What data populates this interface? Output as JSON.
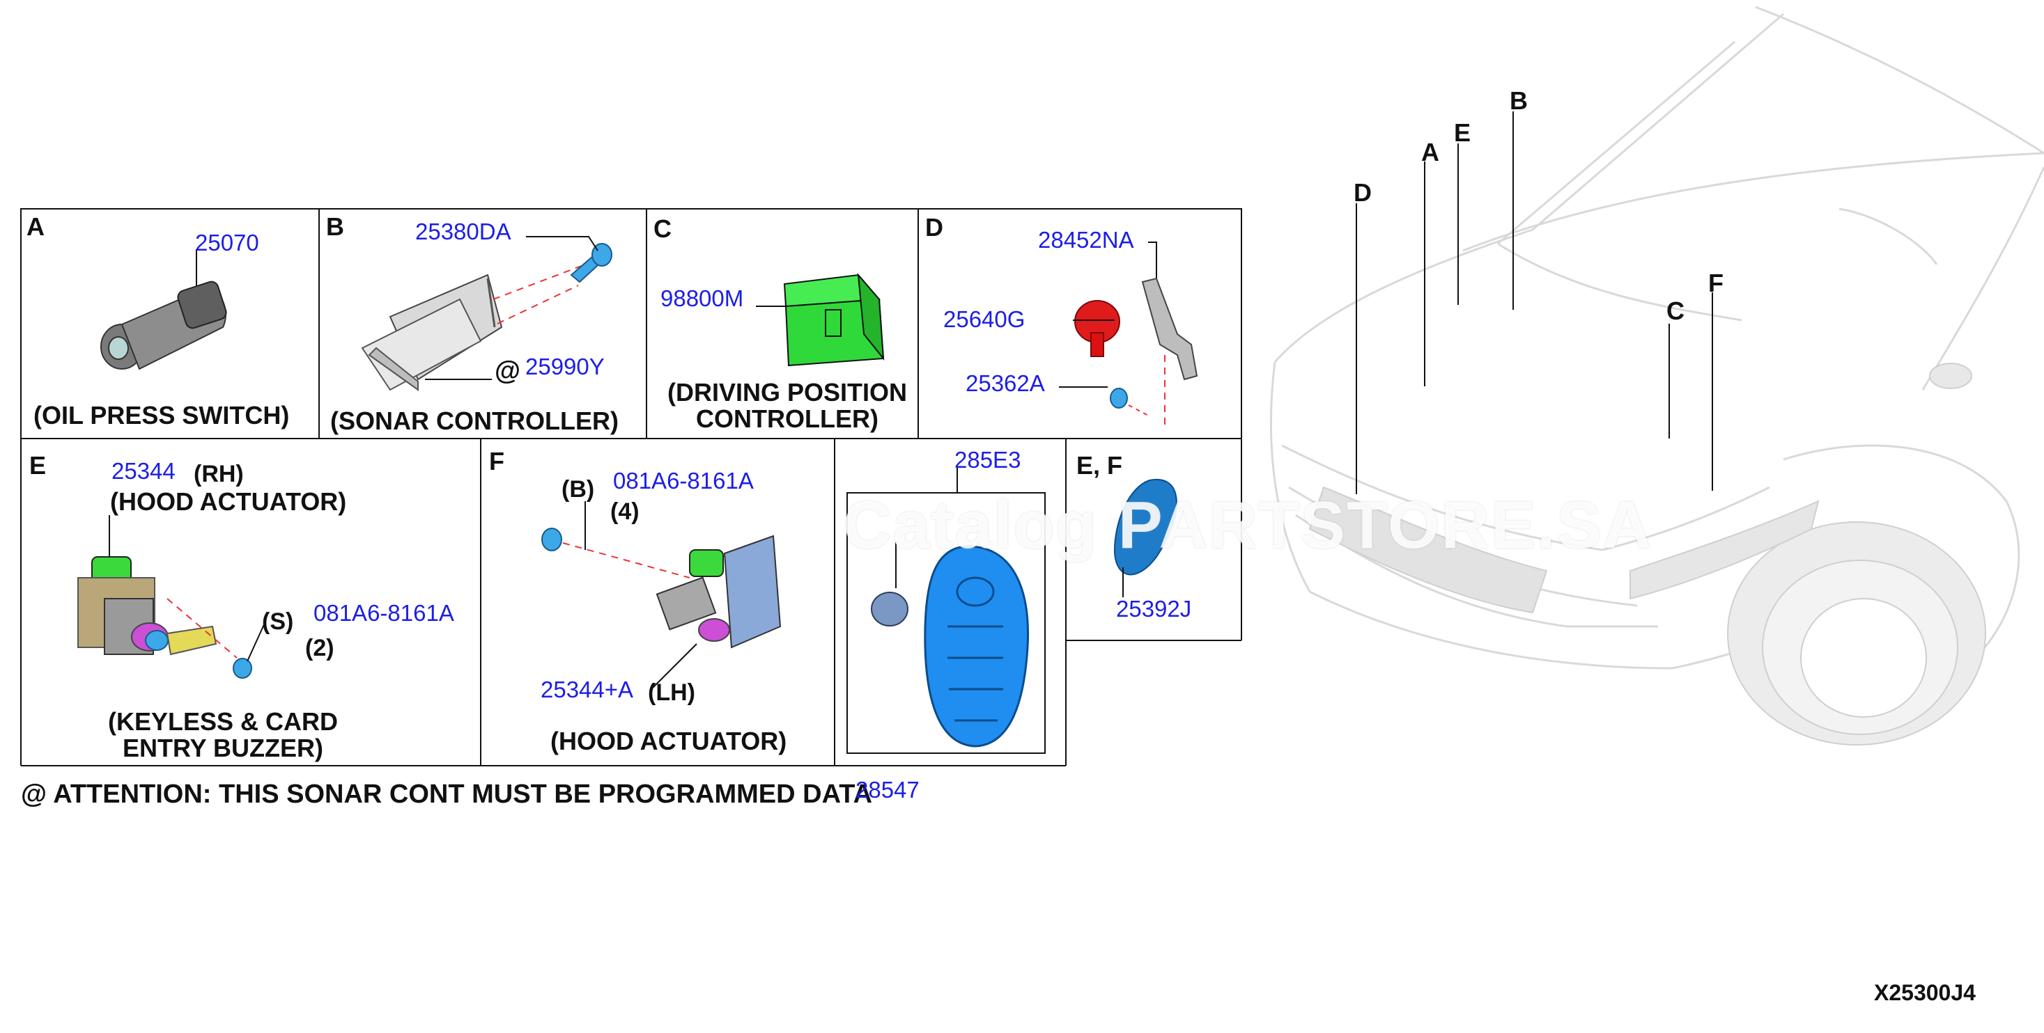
{
  "diagram_code": "X25300J4",
  "watermark": "Catalog PARTSTORE.SA",
  "attention_note": "@ ATTENTION: THIS SONAR CONT MUST BE PROGRAMMED DATA",
  "note_part_number": "28547",
  "panels": {
    "A": {
      "label": "A",
      "caption": "(OIL PRESS SWITCH)",
      "parts": [
        "25070"
      ]
    },
    "B": {
      "label": "B",
      "caption": "(SONAR CONTROLLER)",
      "parts": [
        "25380DA",
        "25990Y"
      ],
      "mark": "@"
    },
    "C": {
      "label": "C",
      "caption_line1": "(DRIVING POSITION",
      "caption_line2": "CONTROLLER)",
      "parts": [
        "98800M"
      ]
    },
    "D": {
      "label": "D",
      "parts": [
        "28452NA",
        "25640G",
        "25362A"
      ]
    },
    "E": {
      "label": "E",
      "rh": "(RH)",
      "caption_top": "(HOOD ACTUATOR)",
      "parts": [
        "25344",
        "081A6-8161A"
      ],
      "s_mark": "(S)",
      "qty": "(2)",
      "caption_line1": "(KEYLESS & CARD",
      "caption_line2": "ENTRY BUZZER)"
    },
    "F": {
      "label": "F",
      "b_mark": "(B)",
      "qty": "(4)",
      "parts": [
        "081A6-8161A",
        "25344+A"
      ],
      "lh": "(LH)",
      "caption": "(HOOD ACTUATOR)"
    },
    "KEY": {
      "parts": [
        "285E3"
      ]
    },
    "EF": {
      "label": "E, F",
      "parts": [
        "25392J"
      ]
    }
  },
  "car_labels": [
    "D",
    "A",
    "E",
    "B",
    "C",
    "F"
  ]
}
